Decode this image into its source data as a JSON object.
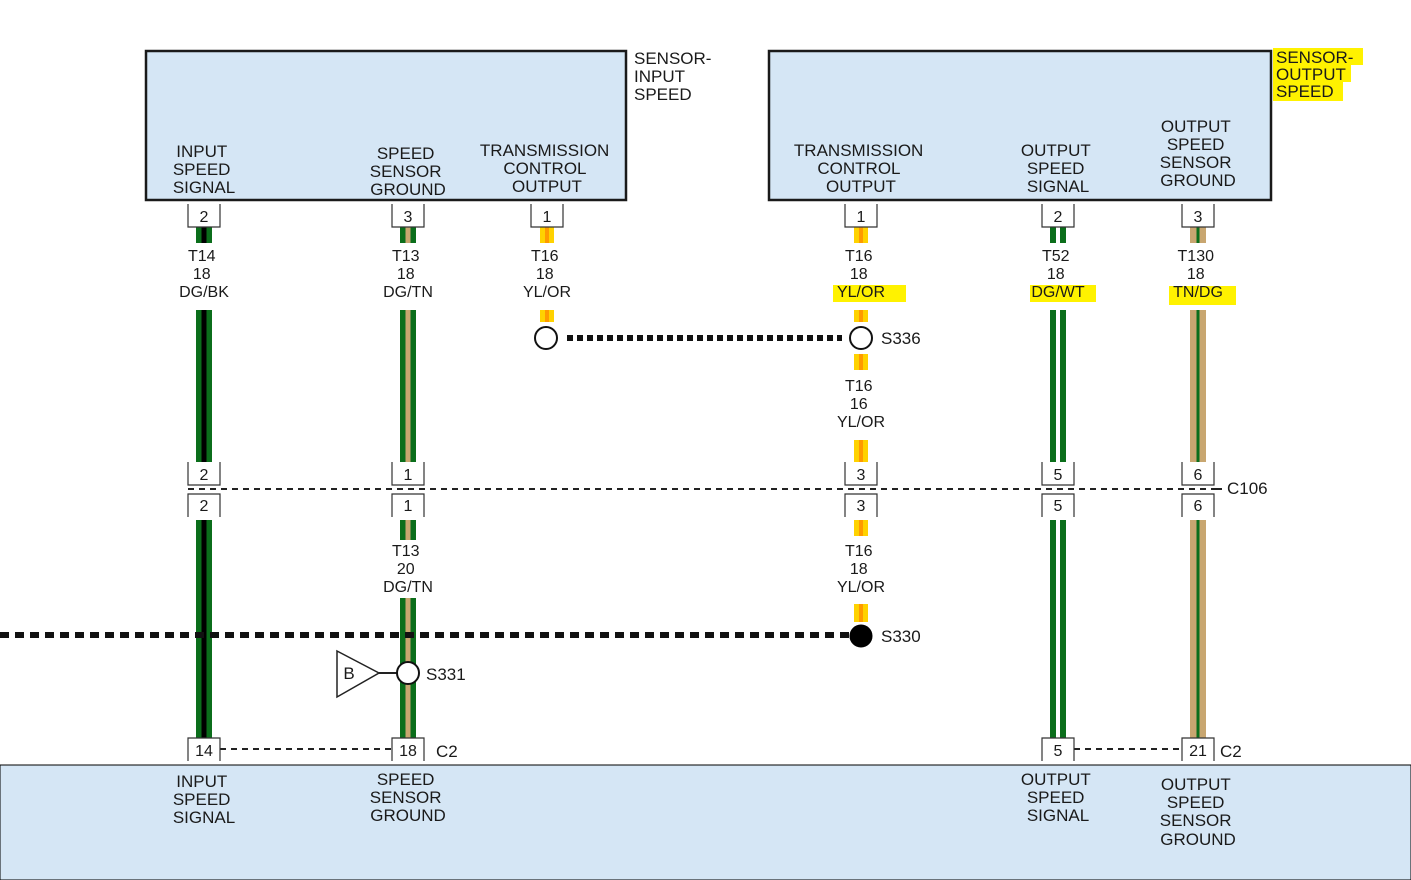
{
  "colors": {
    "box_fill": "#d5e6f5",
    "highlight": "#fff200",
    "dark_green": "#0b6e1b",
    "black": "#000000",
    "tan": "#c8a670",
    "yellow": "#ffd200",
    "orange": "#ff9a00",
    "white": "#ffffff"
  },
  "input_sensor": {
    "title": [
      "SENSOR-",
      "INPUT",
      "SPEED"
    ],
    "pins": [
      {
        "pin": "2",
        "label": [
          "INPUT",
          "SPEED",
          "SIGNAL"
        ]
      },
      {
        "pin": "3",
        "label": [
          "SPEED",
          "SENSOR",
          "GROUND"
        ]
      },
      {
        "pin": "1",
        "label": [
          "TRANSMISSION",
          "CONTROL",
          "OUTPUT"
        ]
      }
    ]
  },
  "output_sensor": {
    "title": [
      "SENSOR-",
      "OUTPUT",
      "SPEED"
    ],
    "pins": [
      {
        "pin": "1",
        "label": [
          "TRANSMISSION",
          "CONTROL",
          "OUTPUT"
        ]
      },
      {
        "pin": "2",
        "label": [
          "OUTPUT",
          "SPEED",
          "SIGNAL"
        ]
      },
      {
        "pin": "3",
        "label": [
          "OUTPUT",
          "SPEED",
          "SENSOR",
          "GROUND"
        ]
      }
    ]
  },
  "wires_top": [
    {
      "circuit": "T14",
      "gauge": "18",
      "color": "DG/BK"
    },
    {
      "circuit": "T13",
      "gauge": "18",
      "color": "DG/TN"
    },
    {
      "circuit": "T16",
      "gauge": "18",
      "color": "YL/OR"
    },
    {
      "circuit": "T16",
      "gauge": "18",
      "color": "YL/OR"
    },
    {
      "circuit": "T52",
      "gauge": "18",
      "color": "DG/WT"
    },
    {
      "circuit": "T130",
      "gauge": "18",
      "color": "TN/DG"
    }
  ],
  "wire_mid": {
    "circuit": "T16",
    "gauge": "16",
    "color": "YL/OR"
  },
  "wires_bottom": [
    {
      "circuit": "T13",
      "gauge": "20",
      "color": "DG/TN"
    },
    {
      "circuit": "T16",
      "gauge": "18",
      "color": "YL/OR"
    }
  ],
  "splices": {
    "s336": "S336",
    "s330": "S330",
    "s331": "S331",
    "ground_ref": "B"
  },
  "connector_c106": {
    "name": "C106",
    "pins_upper": [
      "2",
      "1",
      "3",
      "5",
      "6"
    ],
    "pins_lower": [
      "2",
      "1",
      "3",
      "5",
      "6"
    ]
  },
  "connector_c2": {
    "name": "C2",
    "pins": [
      "14",
      "18",
      "5",
      "21"
    ]
  },
  "module_labels": [
    [
      "INPUT",
      "SPEED",
      "SIGNAL"
    ],
    [
      "SPEED",
      "SENSOR",
      "GROUND"
    ],
    [
      "OUTPUT",
      "SPEED",
      "SIGNAL"
    ],
    [
      "OUTPUT",
      "SPEED",
      "SENSOR",
      "GROUND"
    ]
  ]
}
